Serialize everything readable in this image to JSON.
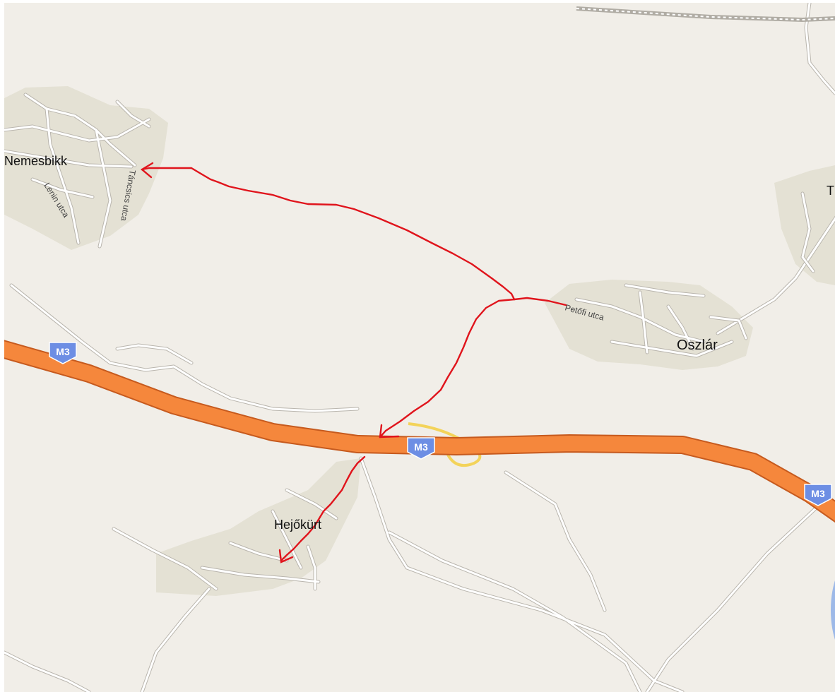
{
  "map": {
    "colors": {
      "land": "#f1eee8",
      "settlement": "#e4e1d4",
      "local_road": "#ffffff",
      "road_casing": "#b9b5ad",
      "motorway": "#f5873c",
      "motorway_casing": "#c65a1e",
      "ramp": "#f3d35a",
      "route": "#e0141c",
      "shield": "#6d8ee4",
      "water": "#9db9e8"
    },
    "places": [
      {
        "name": "Nemesbikk"
      },
      {
        "name": "Oszlár"
      },
      {
        "name": "Hejőkürt"
      },
      {
        "name": "T"
      }
    ],
    "streets": [
      {
        "name": "Lenin utca"
      },
      {
        "name": "Táncsics utca"
      },
      {
        "name": "Petőfi utca"
      }
    ],
    "highway_shields": [
      {
        "label": "M3"
      },
      {
        "label": "M3"
      },
      {
        "label": "M3"
      }
    ],
    "route_arrows": [
      {
        "destination": "Nemesbikk",
        "icon": "arrow-left-icon"
      },
      {
        "destination": "Hejőkürt",
        "icon": "arrow-down-icon"
      },
      {
        "destination": "M3 motorway",
        "icon": "arrow-down-icon"
      }
    ]
  }
}
